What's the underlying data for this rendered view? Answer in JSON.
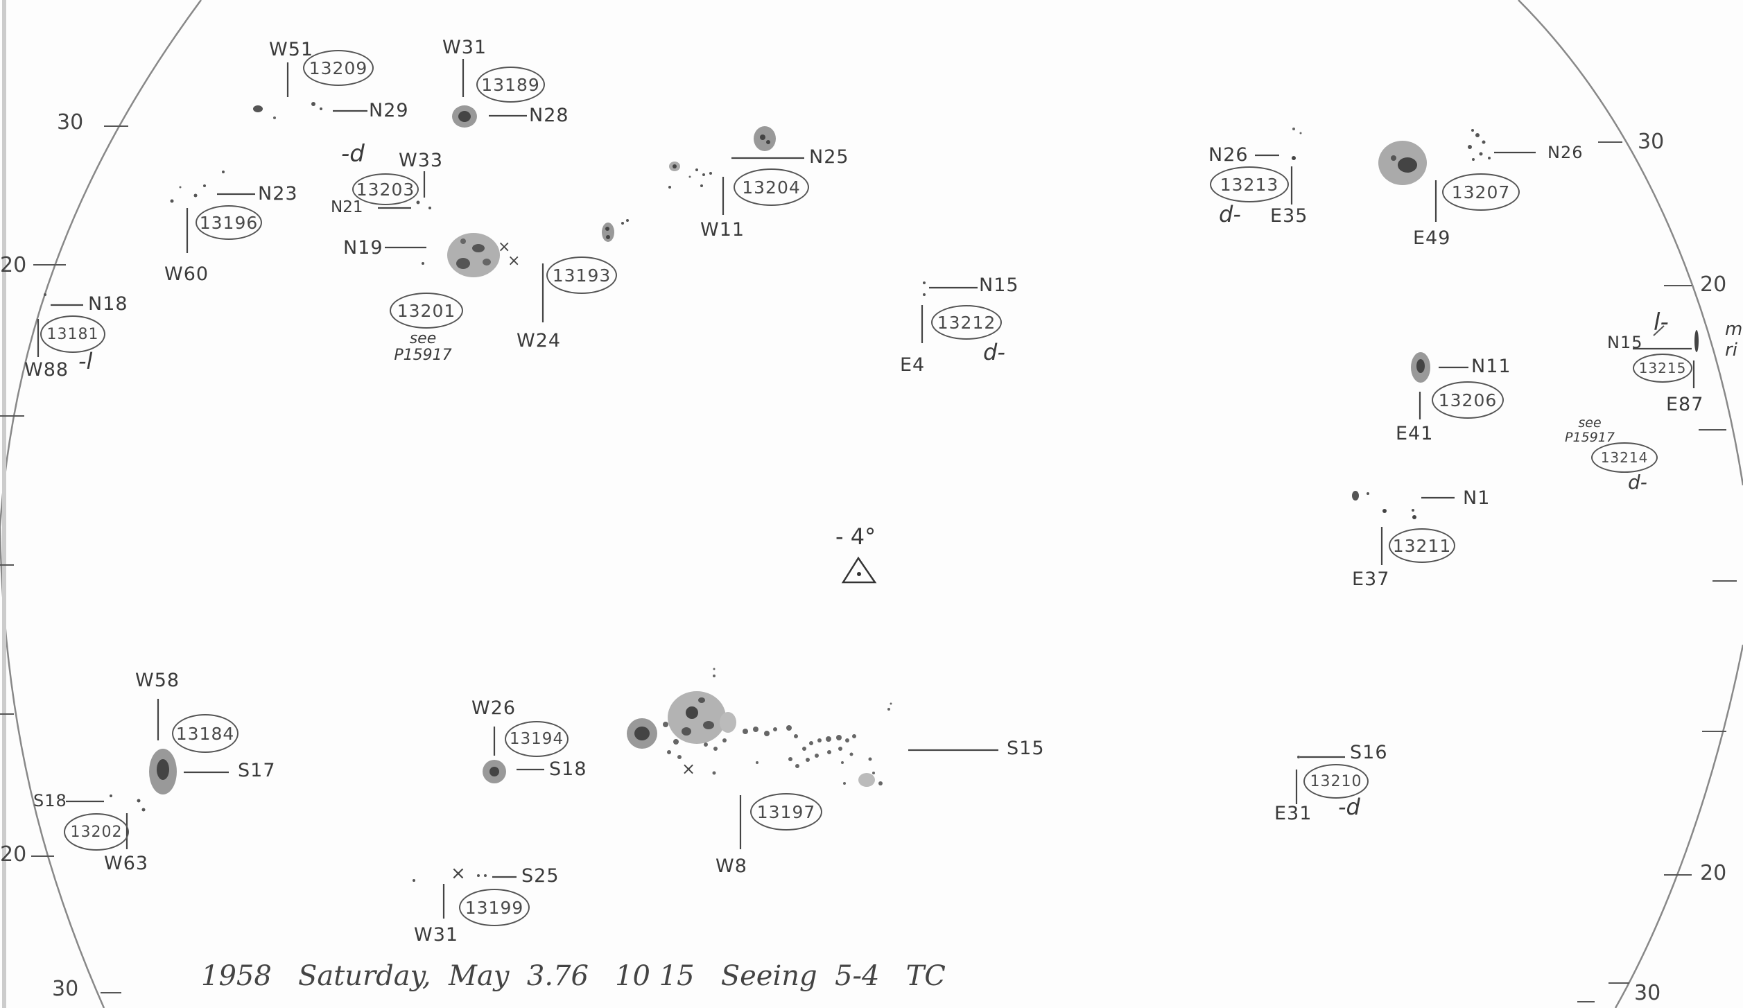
{
  "header": {
    "date_text": "1958   Saturday,  May  3.76   10 15   Seeing  5-4   TC"
  },
  "center_marker": {
    "label": "- 4°"
  },
  "latitude_marks": {
    "left": [
      "30",
      "20",
      "20",
      "30"
    ],
    "right": [
      "30",
      "20",
      "20",
      "30"
    ]
  },
  "groups": [
    {
      "id": "13209",
      "lon": "W51",
      "lat": "N29"
    },
    {
      "id": "13189",
      "lon": "W31",
      "lat": "N28"
    },
    {
      "id": "13196",
      "lon": "W60",
      "lat": "N23"
    },
    {
      "id": "13203",
      "lon": "W33",
      "lat": "N21",
      "note": "-d"
    },
    {
      "id": "13201",
      "lon": "",
      "lat": "N19",
      "note": "see P15917"
    },
    {
      "id": "13193",
      "lon": "W24",
      "lat": ""
    },
    {
      "id": "13204",
      "lon": "W11",
      "lat": "N25"
    },
    {
      "id": "13181",
      "lon": "W88",
      "lat": "N18",
      "note": "-l"
    },
    {
      "id": "13212",
      "lon": "E4",
      "lat": "N15",
      "note": "d-"
    },
    {
      "id": "13213",
      "lon": "E35",
      "lat": "N26",
      "note": "d-"
    },
    {
      "id": "13207",
      "lon": "E49",
      "lat": "N26"
    },
    {
      "id": "13206",
      "lon": "E41",
      "lat": "N11"
    },
    {
      "id": "13215",
      "lon": "E87",
      "lat": "N15",
      "note": "l-"
    },
    {
      "id": "13214",
      "lon": "",
      "lat": "",
      "note": "see P15917",
      "note2": "d-"
    },
    {
      "id": "13211",
      "lon": "E37",
      "lat": "N1"
    },
    {
      "id": "13184",
      "lon": "W58",
      "lat": "S17"
    },
    {
      "id": "13202",
      "lon": "W63",
      "lat": "S18"
    },
    {
      "id": "13194",
      "lon": "W26",
      "lat": "S18"
    },
    {
      "id": "13197",
      "lon": "W8",
      "lat": "S15"
    },
    {
      "id": "13199",
      "lon": "W31",
      "lat": "S25"
    },
    {
      "id": "13210",
      "lon": "E31",
      "lat": "S16",
      "note": "-d"
    }
  ],
  "margin_text": {
    "right_cut": "m",
    "right_cut2": "ri"
  },
  "colors": {
    "ink": "#3a3a3a",
    "paper": "#fdfdfd",
    "spot": "#555555"
  }
}
